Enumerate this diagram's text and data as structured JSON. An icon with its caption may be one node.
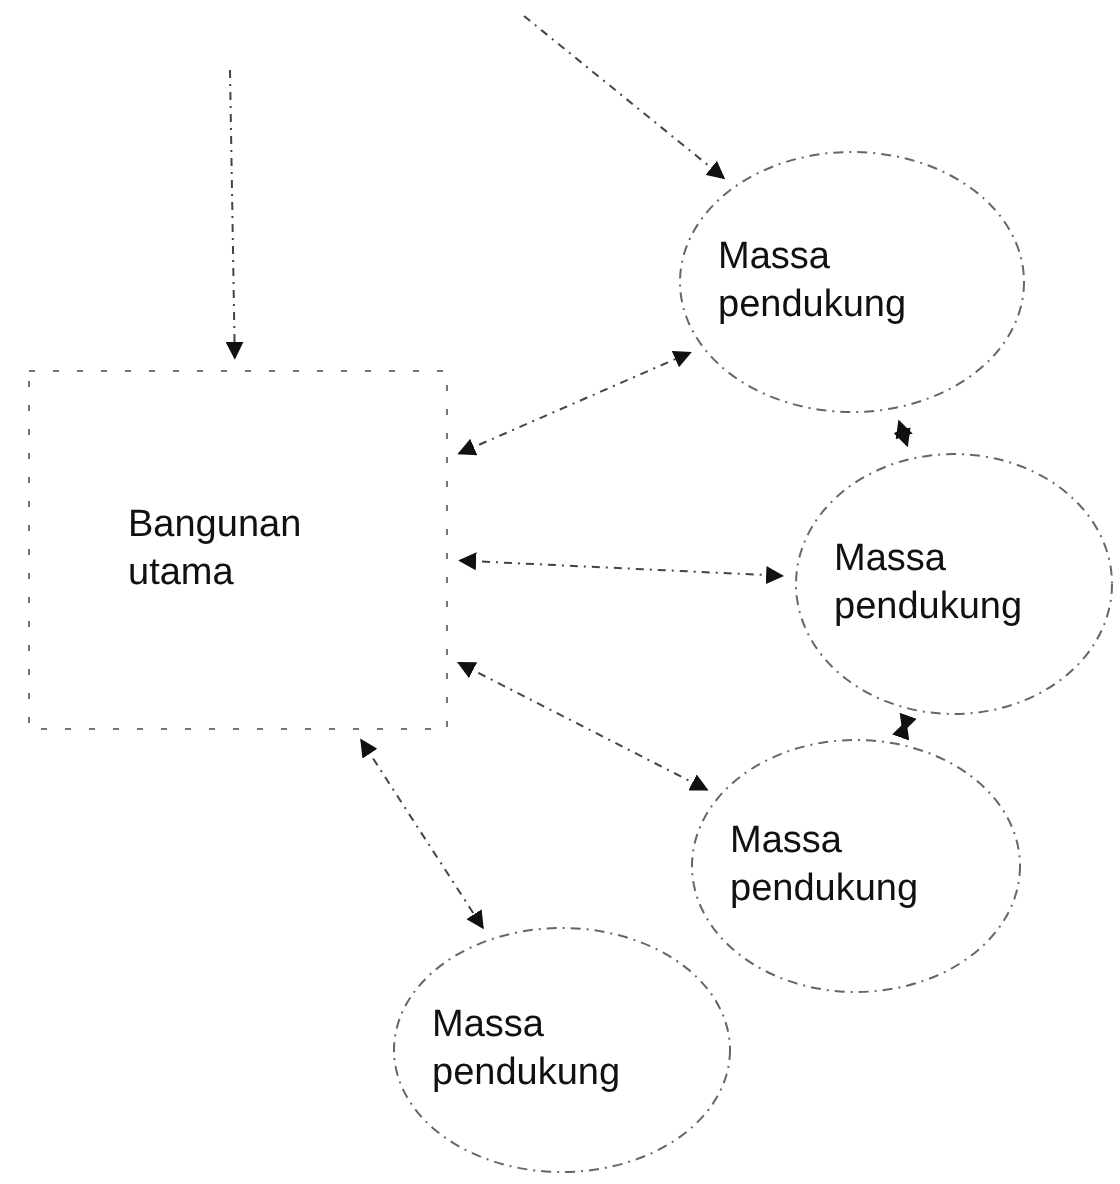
{
  "diagram": {
    "nodes": [
      {
        "text": [
          "Bangunan utama"
        ]
      },
      {
        "text": [
          "Massa pendukung"
        ]
      },
      {
        "text": [
          "Massa pendukung"
        ]
      },
      {
        "text": [
          "Massa pendukung"
        ]
      },
      {
        "text": [
          "Massa pendukung"
        ]
      }
    ],
    "edges": [
      {
        "from": null,
        "to": 0,
        "arrow": "to"
      },
      {
        "from": null,
        "to": 1,
        "arrow": "to"
      },
      {
        "from": 0,
        "to": 1,
        "arrow": "both"
      },
      {
        "from": 1,
        "to": 2,
        "arrow": "both"
      },
      {
        "from": 0,
        "to": 2,
        "arrow": "both"
      },
      {
        "from": 0,
        "to": 3,
        "arrow": "both"
      },
      {
        "from": 2,
        "to": 3,
        "arrow": "both"
      },
      {
        "from": 0,
        "to": 4,
        "arrow": "both"
      }
    ]
  }
}
